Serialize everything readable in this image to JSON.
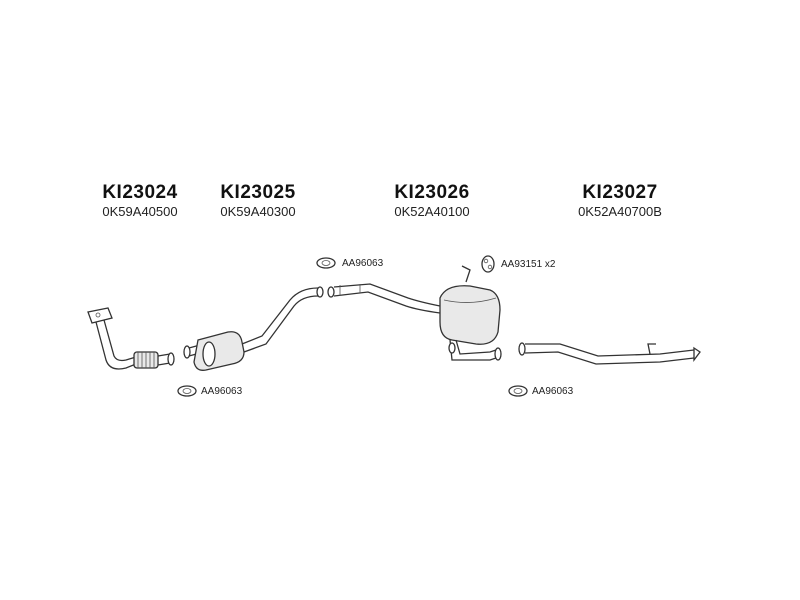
{
  "parts": [
    {
      "code": "KI23024",
      "oem": "0K59A40500"
    },
    {
      "code": "KI23025",
      "oem": "0K59A40300"
    },
    {
      "code": "KI23026",
      "oem": "0K52A40100"
    },
    {
      "code": "KI23027",
      "oem": "0K52A40700B"
    }
  ],
  "gasket_labels": {
    "top": "AA96063",
    "bottom_left": "AA96063",
    "bottom_right": "AA96063",
    "hanger": "AA93151 x2"
  }
}
